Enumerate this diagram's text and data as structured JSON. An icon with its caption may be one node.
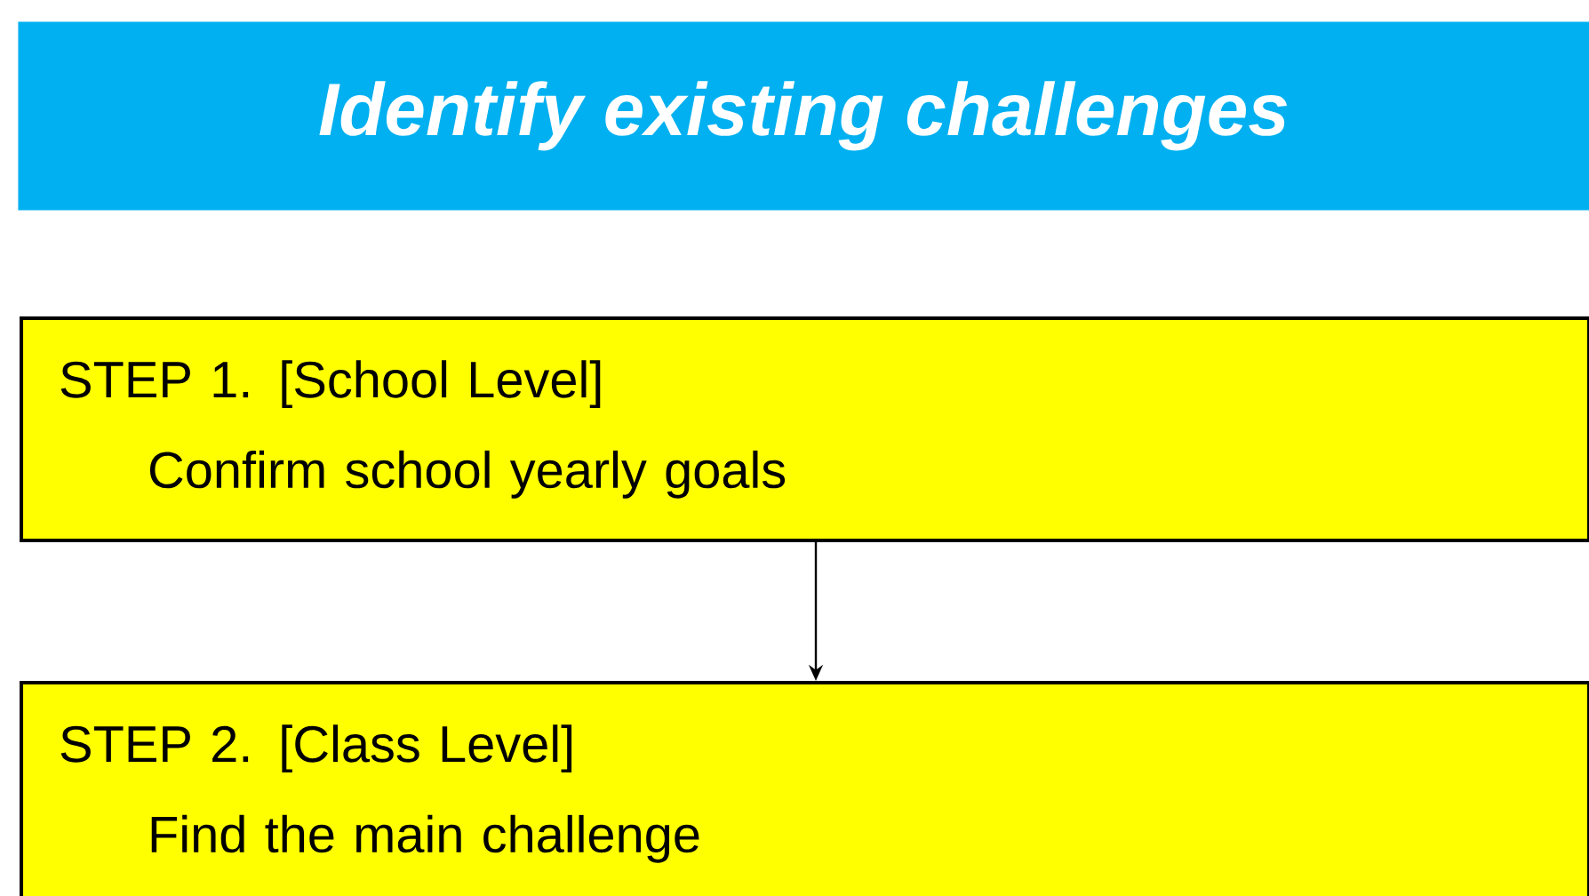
{
  "diagram": {
    "title": "Identify existing challenges",
    "nodes": [
      {
        "text": [
          "STEP 1. [School Level]",
          "Confirm school yearly goals"
        ]
      },
      {
        "text": [
          "STEP 2. [Class Level]",
          "Find the main challenge"
        ]
      }
    ],
    "edges": [
      {
        "from": 0,
        "to": 1,
        "arrow": "to"
      }
    ]
  }
}
